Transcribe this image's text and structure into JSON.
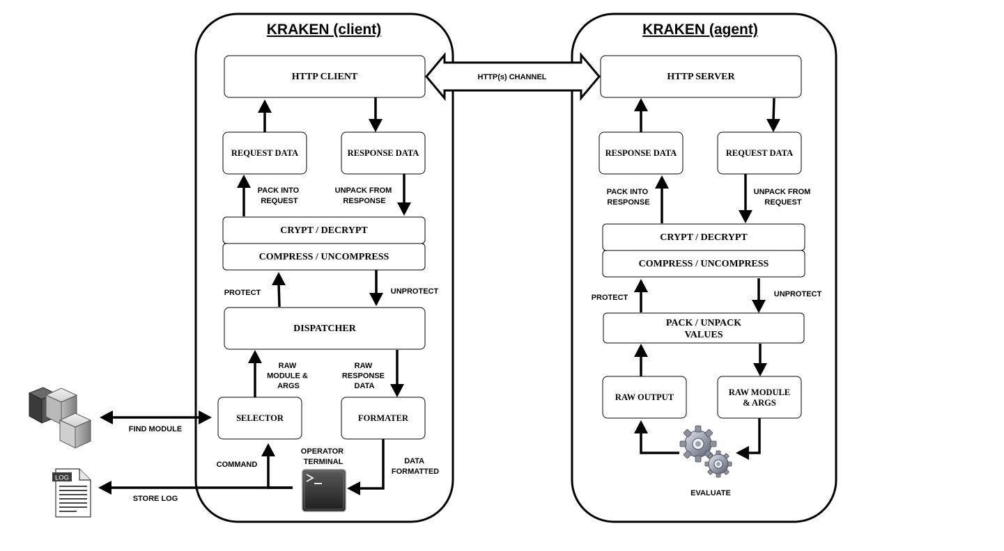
{
  "client": {
    "title": "KRAKEN (client)",
    "http_client": "HTTP CLIENT",
    "request_data": "REQUEST DATA",
    "response_data": "RESPONSE DATA",
    "pack_into_request": [
      "PACK INTO",
      "REQUEST"
    ],
    "unpack_from_response": [
      "UNPACK FROM",
      "RESPONSE"
    ],
    "crypt": "CRYPT / DECRYPT",
    "compress": "COMPRESS / UNCOMPRESS",
    "protect": "PROTECT",
    "unprotect": "UNPROTECT",
    "dispatcher": "DISPATCHER",
    "raw_module_args": [
      "RAW",
      "MODULE &",
      "ARGS"
    ],
    "raw_response_data": [
      "RAW",
      "RESPONSE",
      "DATA"
    ],
    "selector": "SELECTOR",
    "formater": "FORMATER",
    "command": "COMMAND",
    "operator_terminal": [
      "OPERATOR",
      "TERMINAL"
    ],
    "data_formatted": [
      "DATA",
      "FORMATTED"
    ]
  },
  "agent": {
    "title": "KRAKEN (agent)",
    "http_server": "HTTP SERVER",
    "response_data": "RESPONSE DATA",
    "request_data": "REQUEST DATA",
    "pack_into_response": [
      "PACK INTO",
      "RESPONSE"
    ],
    "unpack_from_request": [
      "UNPACK FROM",
      "REQUEST"
    ],
    "crypt": "CRYPT / DECRYPT",
    "compress": "COMPRESS / UNCOMPRESS",
    "protect": "PROTECT",
    "unprotect": "UNPROTECT",
    "pack_unpack": [
      "PACK / UNPACK",
      "VALUES"
    ],
    "raw_output": "RAW OUTPUT",
    "raw_module_args": [
      "RAW MODULE",
      "& ARGS"
    ],
    "evaluate": "EVALUATE"
  },
  "channel": {
    "label": "HTTP(s) CHANNEL"
  },
  "external": {
    "find_module": "FIND MODULE",
    "store_log": "STORE LOG",
    "log_tag": "LOG"
  },
  "icons": {
    "modules": "cubes-icon",
    "log": "log-file-icon",
    "terminal": "terminal-icon",
    "evaluate": "gears-icon"
  }
}
